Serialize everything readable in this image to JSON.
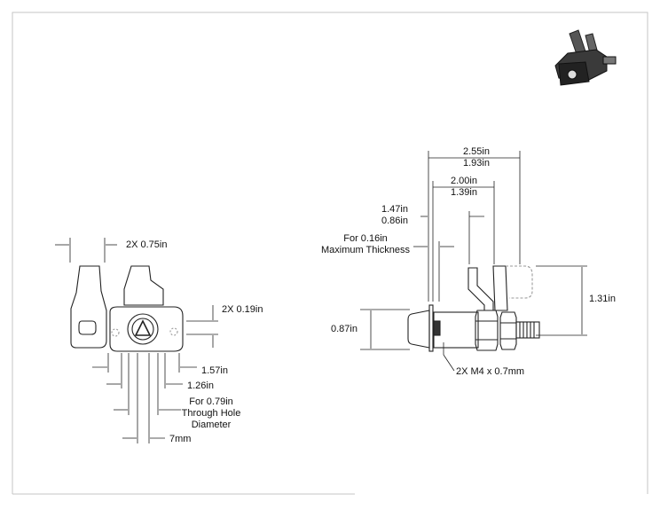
{
  "colors": {
    "line": "#222222",
    "border": "#c4c4c4",
    "hidden": "#9a9a9a",
    "dark_part": "#333333"
  },
  "icons": [
    "latch-isometric-icon"
  ],
  "front_view": {
    "dim_width": "2X 0.75in",
    "dim_screw_height": "2X 0.19in",
    "dim_1_57": "1.57in",
    "dim_1_26": "1.26in",
    "hole_note_line1": "For 0.79in",
    "hole_note_line2": "Through Hole",
    "hole_note_line3": "Diameter",
    "dim_7mm": "7mm"
  },
  "side_view": {
    "dim_top_a": "2.55in",
    "dim_top_b": "1.93in",
    "dim_mid_a": "2.00in",
    "dim_mid_b": "1.39in",
    "dim_grip_a": "1.47in",
    "dim_grip_b": "0.86in",
    "thickness_line1": "For 0.16in",
    "thickness_line2": "Maximum Thickness",
    "dim_body_dia": "0.87in",
    "dim_height": "1.31in",
    "thread_note": "2X M4 x 0.7mm"
  }
}
